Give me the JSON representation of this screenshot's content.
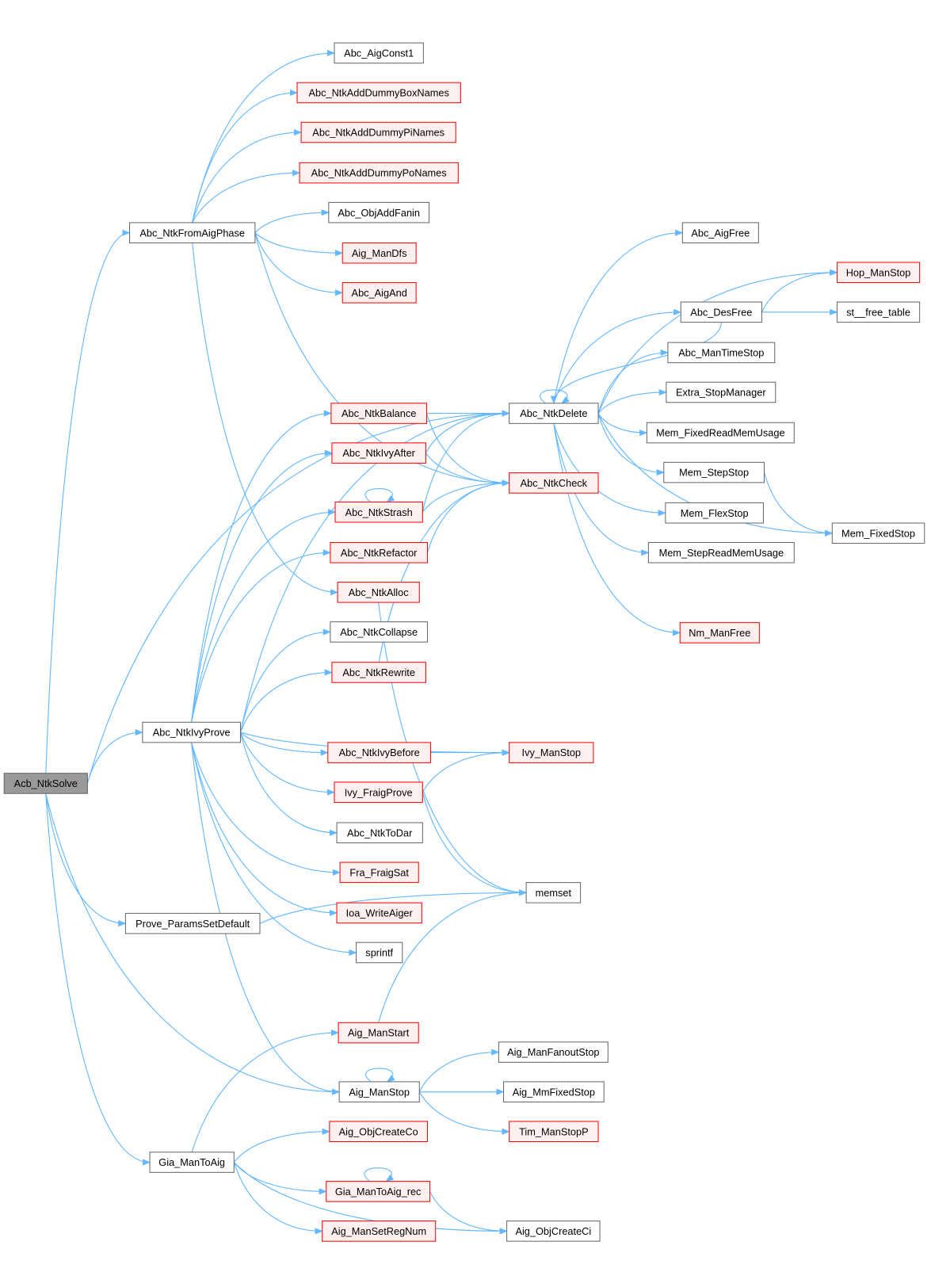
{
  "colors": {
    "edge": "#63b8ff",
    "root_fill": "#999999",
    "normal_border": "#666666",
    "red_border": "#ff0000",
    "red_fill": "#fff0f0"
  },
  "nodes": {
    "Acb_NtkSolve": {
      "label": "Acb_NtkSolve",
      "style": "root"
    },
    "Abc_NtkFromAigPhase": {
      "label": "Abc_NtkFromAigPhase",
      "style": "normal"
    },
    "Abc_NtkIvyProve": {
      "label": "Abc_NtkIvyProve",
      "style": "normal"
    },
    "Prove_ParamsSetDefault": {
      "label": "Prove_ParamsSetDefault",
      "style": "normal"
    },
    "Gia_ManToAig": {
      "label": "Gia_ManToAig",
      "style": "normal"
    },
    "Abc_AigConst1": {
      "label": "Abc_AigConst1",
      "style": "normal"
    },
    "Abc_NtkAddDummyBoxNames": {
      "label": "Abc_NtkAddDummyBoxNames",
      "style": "red"
    },
    "Abc_NtkAddDummyPiNames": {
      "label": "Abc_NtkAddDummyPiNames",
      "style": "red"
    },
    "Abc_NtkAddDummyPoNames": {
      "label": "Abc_NtkAddDummyPoNames",
      "style": "red"
    },
    "Abc_ObjAddFanin": {
      "label": "Abc_ObjAddFanin",
      "style": "normal"
    },
    "Aig_ManDfs": {
      "label": "Aig_ManDfs",
      "style": "red"
    },
    "Abc_AigAnd": {
      "label": "Abc_AigAnd",
      "style": "red"
    },
    "Abc_NtkBalance": {
      "label": "Abc_NtkBalance",
      "style": "red"
    },
    "Abc_NtkIvyAfter": {
      "label": "Abc_NtkIvyAfter",
      "style": "red"
    },
    "Abc_NtkStrash": {
      "label": "Abc_NtkStrash",
      "style": "red"
    },
    "Abc_NtkRefactor": {
      "label": "Abc_NtkRefactor",
      "style": "red"
    },
    "Abc_NtkAlloc": {
      "label": "Abc_NtkAlloc",
      "style": "red"
    },
    "Abc_NtkCollapse": {
      "label": "Abc_NtkCollapse",
      "style": "normal"
    },
    "Abc_NtkRewrite": {
      "label": "Abc_NtkRewrite",
      "style": "red"
    },
    "Abc_NtkIvyBefore": {
      "label": "Abc_NtkIvyBefore",
      "style": "red"
    },
    "Ivy_FraigProve": {
      "label": "Ivy_FraigProve",
      "style": "red"
    },
    "Abc_NtkToDar": {
      "label": "Abc_NtkToDar",
      "style": "normal"
    },
    "Fra_FraigSat": {
      "label": "Fra_FraigSat",
      "style": "red"
    },
    "Ioa_WriteAiger": {
      "label": "Ioa_WriteAiger",
      "style": "red"
    },
    "sprintf": {
      "label": "sprintf",
      "style": "normal"
    },
    "Aig_ManStart": {
      "label": "Aig_ManStart",
      "style": "red"
    },
    "Aig_ManStop": {
      "label": "Aig_ManStop",
      "style": "normal"
    },
    "Aig_ObjCreateCo": {
      "label": "Aig_ObjCreateCo",
      "style": "red"
    },
    "Gia_ManToAig_rec": {
      "label": "Gia_ManToAig_rec",
      "style": "red"
    },
    "Aig_ManSetRegNum": {
      "label": "Aig_ManSetRegNum",
      "style": "red"
    },
    "Abc_NtkDelete": {
      "label": "Abc_NtkDelete",
      "style": "normal"
    },
    "Abc_NtkCheck": {
      "label": "Abc_NtkCheck",
      "style": "red"
    },
    "Ivy_ManStop": {
      "label": "Ivy_ManStop",
      "style": "red"
    },
    "memset": {
      "label": "memset",
      "style": "normal"
    },
    "Aig_ManFanoutStop": {
      "label": "Aig_ManFanoutStop",
      "style": "normal"
    },
    "Aig_MmFixedStop": {
      "label": "Aig_MmFixedStop",
      "style": "normal"
    },
    "Tim_ManStopP": {
      "label": "Tim_ManStopP",
      "style": "red"
    },
    "Aig_ObjCreateCi": {
      "label": "Aig_ObjCreateCi",
      "style": "normal"
    },
    "Abc_AigFree": {
      "label": "Abc_AigFree",
      "style": "normal"
    },
    "Hop_ManStop": {
      "label": "Hop_ManStop",
      "style": "red"
    },
    "Abc_DesFree": {
      "label": "Abc_DesFree",
      "style": "normal"
    },
    "st__free_table": {
      "label": "st__free_table",
      "style": "normal"
    },
    "Abc_ManTimeStop": {
      "label": "Abc_ManTimeStop",
      "style": "normal"
    },
    "Extra_StopManager": {
      "label": "Extra_StopManager",
      "style": "normal"
    },
    "Mem_FixedReadMemUsage": {
      "label": "Mem_FixedReadMemUsage",
      "style": "normal"
    },
    "Mem_StepStop": {
      "label": "Mem_StepStop",
      "style": "normal"
    },
    "Mem_FlexStop": {
      "label": "Mem_FlexStop",
      "style": "normal"
    },
    "Mem_StepReadMemUsage": {
      "label": "Mem_StepReadMemUsage",
      "style": "normal"
    },
    "Mem_FixedStop": {
      "label": "Mem_FixedStop",
      "style": "normal"
    },
    "Nm_ManFree": {
      "label": "Nm_ManFree",
      "style": "red"
    }
  },
  "edges": [
    [
      "Acb_NtkSolve",
      "Abc_NtkDelete"
    ],
    [
      "Acb_NtkSolve",
      "Abc_NtkFromAigPhase"
    ],
    [
      "Acb_NtkSolve",
      "Abc_NtkIvyProve"
    ],
    [
      "Acb_NtkSolve",
      "Prove_ParamsSetDefault"
    ],
    [
      "Acb_NtkSolve",
      "Aig_ManStop"
    ],
    [
      "Acb_NtkSolve",
      "Gia_ManToAig"
    ],
    [
      "Abc_NtkFromAigPhase",
      "Abc_AigConst1"
    ],
    [
      "Abc_NtkFromAigPhase",
      "Abc_NtkAddDummyBoxNames"
    ],
    [
      "Abc_NtkFromAigPhase",
      "Abc_NtkAddDummyPiNames"
    ],
    [
      "Abc_NtkFromAigPhase",
      "Abc_NtkAddDummyPoNames"
    ],
    [
      "Abc_NtkFromAigPhase",
      "Abc_ObjAddFanin"
    ],
    [
      "Abc_NtkFromAigPhase",
      "Aig_ManDfs"
    ],
    [
      "Abc_NtkFromAigPhase",
      "Abc_AigAnd"
    ],
    [
      "Abc_NtkFromAigPhase",
      "Abc_NtkCheck"
    ],
    [
      "Abc_NtkFromAigPhase",
      "Abc_NtkAlloc"
    ],
    [
      "Abc_NtkIvyProve",
      "Abc_NtkDelete"
    ],
    [
      "Abc_NtkIvyProve",
      "Abc_NtkBalance"
    ],
    [
      "Abc_NtkIvyProve",
      "Abc_NtkIvyAfter"
    ],
    [
      "Abc_NtkIvyProve",
      "Abc_NtkStrash"
    ],
    [
      "Abc_NtkIvyProve",
      "Abc_NtkRefactor"
    ],
    [
      "Abc_NtkIvyProve",
      "Abc_NtkCollapse"
    ],
    [
      "Abc_NtkIvyProve",
      "Abc_NtkRewrite"
    ],
    [
      "Abc_NtkIvyProve",
      "Ivy_ManStop"
    ],
    [
      "Abc_NtkIvyProve",
      "Abc_NtkIvyBefore"
    ],
    [
      "Abc_NtkIvyProve",
      "Ivy_FraigProve"
    ],
    [
      "Abc_NtkIvyProve",
      "Abc_NtkToDar"
    ],
    [
      "Abc_NtkIvyProve",
      "Fra_FraigSat"
    ],
    [
      "Abc_NtkIvyProve",
      "Ioa_WriteAiger"
    ],
    [
      "Abc_NtkIvyProve",
      "sprintf"
    ],
    [
      "Abc_NtkIvyProve",
      "Aig_ManStop"
    ],
    [
      "Abc_NtkBalance",
      "Abc_NtkDelete"
    ],
    [
      "Abc_NtkBalance",
      "Abc_NtkCheck"
    ],
    [
      "Abc_NtkIvyAfter",
      "Abc_NtkDelete"
    ],
    [
      "Abc_NtkIvyAfter",
      "Abc_NtkCheck"
    ],
    [
      "Abc_NtkStrash",
      "Abc_NtkStrash"
    ],
    [
      "Abc_NtkStrash",
      "Abc_NtkDelete"
    ],
    [
      "Abc_NtkStrash",
      "Abc_NtkCheck"
    ],
    [
      "Abc_NtkRefactor",
      "Abc_NtkCheck"
    ],
    [
      "Abc_NtkAlloc",
      "memset"
    ],
    [
      "Abc_NtkRewrite",
      "Abc_NtkCheck"
    ],
    [
      "Abc_NtkIvyBefore",
      "Ivy_ManStop"
    ],
    [
      "Ivy_FraigProve",
      "Ivy_ManStop"
    ],
    [
      "Ivy_FraigProve",
      "memset"
    ],
    [
      "Prove_ParamsSetDefault",
      "memset"
    ],
    [
      "Aig_ManStart",
      "memset"
    ],
    [
      "Aig_ManStop",
      "Aig_ManStop"
    ],
    [
      "Aig_ManStop",
      "Aig_ManFanoutStop"
    ],
    [
      "Aig_ManStop",
      "Aig_MmFixedStop"
    ],
    [
      "Aig_ManStop",
      "Tim_ManStopP"
    ],
    [
      "Gia_ManToAig",
      "Aig_ManStart"
    ],
    [
      "Gia_ManToAig",
      "Aig_ObjCreateCo"
    ],
    [
      "Gia_ManToAig",
      "Gia_ManToAig_rec"
    ],
    [
      "Gia_ManToAig",
      "Aig_ManSetRegNum"
    ],
    [
      "Gia_ManToAig",
      "Aig_ObjCreateCi"
    ],
    [
      "Gia_ManToAig_rec",
      "Gia_ManToAig_rec"
    ],
    [
      "Gia_ManToAig_rec",
      "Aig_ObjCreateCi"
    ],
    [
      "Abc_NtkDelete",
      "Abc_NtkDelete"
    ],
    [
      "Abc_NtkDelete",
      "Abc_AigFree"
    ],
    [
      "Abc_NtkDelete",
      "Hop_ManStop"
    ],
    [
      "Abc_NtkDelete",
      "Abc_DesFree"
    ],
    [
      "Abc_NtkDelete",
      "Abc_ManTimeStop"
    ],
    [
      "Abc_NtkDelete",
      "Extra_StopManager"
    ],
    [
      "Abc_NtkDelete",
      "Mem_FixedReadMemUsage"
    ],
    [
      "Abc_NtkDelete",
      "Mem_StepStop"
    ],
    [
      "Abc_NtkDelete",
      "Mem_FlexStop"
    ],
    [
      "Abc_NtkDelete",
      "Mem_StepReadMemUsage"
    ],
    [
      "Abc_NtkDelete",
      "Mem_FixedStop"
    ],
    [
      "Abc_NtkDelete",
      "Nm_ManFree"
    ],
    [
      "Abc_DesFree",
      "Hop_ManStop"
    ],
    [
      "Abc_DesFree",
      "st__free_table"
    ],
    [
      "Abc_DesFree",
      "Abc_NtkDelete"
    ],
    [
      "Mem_StepStop",
      "Mem_FixedStop"
    ]
  ]
}
